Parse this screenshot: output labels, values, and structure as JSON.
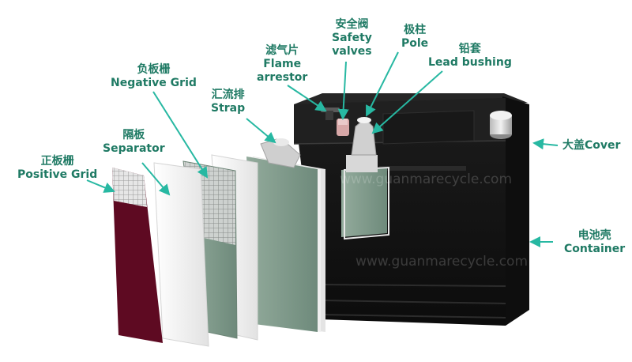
{
  "labels": {
    "positive_grid": {
      "cn": "正板栅",
      "en": "Positive Grid"
    },
    "separator": {
      "cn": "隔板",
      "en": "Separator"
    },
    "negative_grid": {
      "cn": "负板栅",
      "en": "Negative Grid"
    },
    "strap": {
      "cn": "汇流排",
      "en": "Strap"
    },
    "flame_arrestor": {
      "cn": "滤气片",
      "en": "Flame",
      "en2": "arrestor"
    },
    "safety_valves": {
      "cn": "安全阀",
      "en": "Safety",
      "en2": "valves"
    },
    "pole": {
      "cn": "极柱",
      "en": "Pole"
    },
    "lead_bushing": {
      "cn": "铅套",
      "en": "Lead bushing"
    },
    "cover": {
      "text": "大盖Cover"
    },
    "container": {
      "cn": "电池壳",
      "en": "Container"
    }
  },
  "watermark": "www.guanmarecycle.com",
  "colors": {
    "label": "#1f7a64",
    "arrow": "#27b8a2",
    "positive_plate": "#5e0a22",
    "negative_plate": "#7f9a8a",
    "container": "#141414",
    "separator": "#f4f4f4"
  }
}
